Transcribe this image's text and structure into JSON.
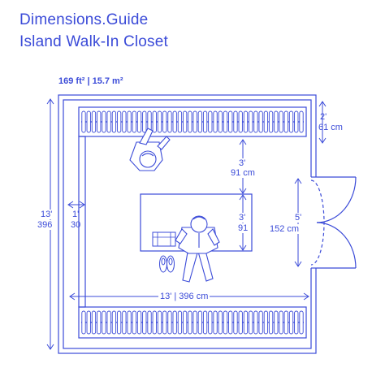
{
  "header": {
    "brand": "Dimensions.Guide",
    "subtitle": "Island Walk-In Closet"
  },
  "area_label": "169 ft² | 15.7 m²",
  "dimensions": {
    "overall_height_ft": "13'",
    "overall_height_cm": "396",
    "rack_depth_ft": "2'",
    "rack_depth_cm": "61 cm",
    "aisle_ft": "3'",
    "aisle_cm": "91 cm",
    "island_depth_ft": "3'",
    "island_depth_cm": "91",
    "side_clear_ft": "1'",
    "side_clear_cm": "30",
    "door_ft": "5'",
    "door_cm": "152 cm",
    "width_label": "13' | 396 cm"
  },
  "colors": {
    "line": "#3b4bd8",
    "fill": "#ffffff"
  }
}
